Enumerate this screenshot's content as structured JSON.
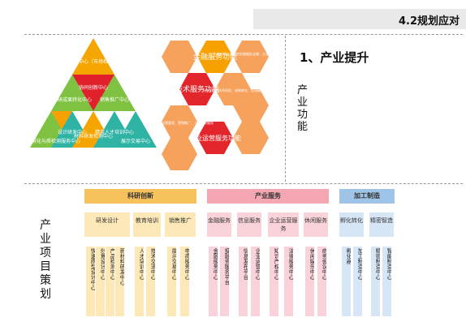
{
  "header": {
    "title": "4.2规划应对"
  },
  "section": {
    "title": "1、产业提升",
    "function_label": "产业功能",
    "plan_label": "产业项目策划"
  },
  "pyramid": {
    "top": "研发设计中心（市场检测中心）",
    "center": "协同创新中心",
    "left_middle": "科研成果转化中心",
    "right_middle": "销售推广中心",
    "bottom_left_top": "设计研发中心",
    "bottom_left": "企业孵化与质检测服务中心",
    "bottom_center": "材料研发检测中心",
    "bottom_right_top": "精英人才培训中心",
    "bottom_right": "展示交易中心"
  },
  "hexes": {
    "finance": "金融服务功能",
    "tech": "技术服务功能",
    "ops": "企业运营服务功能",
    "desc_finance": "为创新型企业提供金融服务支撑，企业金融信息服务",
    "desc_tech": "为企业提供技术研发、成果转化、检测服务",
    "desc_ops": "为企业提供运营管理、营销推广、人才培训服务"
  },
  "categories": [
    {
      "label": "科研创新",
      "color": "#f7c15c"
    },
    {
      "label": "产业服务",
      "color": "#f4a6b2"
    },
    {
      "label": "加工制造",
      "color": "#9fc4e8"
    }
  ],
  "subcategories": [
    {
      "label": "研发设计",
      "group": 0
    },
    {
      "label": "教育培训",
      "group": 0
    },
    {
      "label": "销售推广",
      "group": 0
    },
    {
      "label": "金融服务",
      "group": 1
    },
    {
      "label": "信息服务",
      "group": 1
    },
    {
      "label": "企业运营服务",
      "group": 1
    },
    {
      "label": "休闲服务",
      "group": 1
    },
    {
      "label": "孵化转化",
      "group": 2
    },
    {
      "label": "精密智造",
      "group": 2
    }
  ],
  "leaves": [
    "快速原型设计中心",
    "创意设计中心",
    "产品检测中心",
    "新材料研发中心",
    "人才培训中心",
    "技术交流中心",
    "展示交易中心",
    "电商服务中心",
    "金融服务中心",
    "投融资服务平台",
    "信息发布平台",
    "企业运营中心",
    "知识产权中心",
    "法律服务中心",
    "休闲娱乐中心",
    "商务会议中心",
    "孵化器",
    "加工制造中心",
    "精密制造中心",
    "智能制造中心"
  ],
  "colors": {
    "top": "#f4a500",
    "green": "#7fc241",
    "mid_teal": "#2fb3a5",
    "red": "#e0202a",
    "orange": "#f7a000",
    "hex_light": "#f6a15c",
    "hex_red": "#e3262b"
  }
}
